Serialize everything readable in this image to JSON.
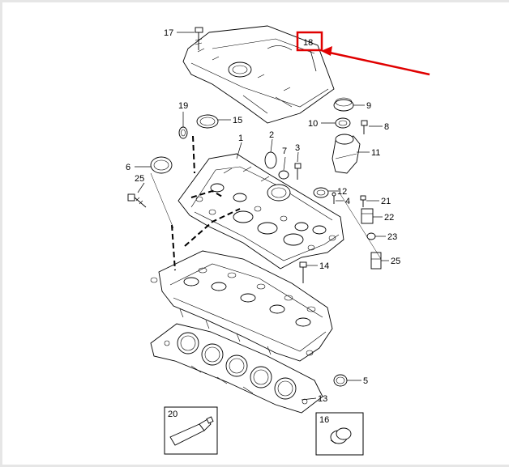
{
  "diagram": {
    "labels": [
      {
        "id": "p17",
        "text": "17"
      },
      {
        "id": "p18",
        "text": "18"
      },
      {
        "id": "p9",
        "text": "9"
      },
      {
        "id": "p10",
        "text": "10"
      },
      {
        "id": "p8",
        "text": "8"
      },
      {
        "id": "p19",
        "text": "19"
      },
      {
        "id": "p15",
        "text": "15"
      },
      {
        "id": "p2",
        "text": "2"
      },
      {
        "id": "p1",
        "text": "1"
      },
      {
        "id": "p7",
        "text": "7"
      },
      {
        "id": "p3",
        "text": "3"
      },
      {
        "id": "p11",
        "text": "11"
      },
      {
        "id": "p6",
        "text": "6"
      },
      {
        "id": "p25a",
        "text": "25"
      },
      {
        "id": "p12",
        "text": "12"
      },
      {
        "id": "p4",
        "text": "4"
      },
      {
        "id": "p21",
        "text": "21"
      },
      {
        "id": "p22",
        "text": "22"
      },
      {
        "id": "p23",
        "text": "23"
      },
      {
        "id": "p25b",
        "text": "25"
      },
      {
        "id": "p14",
        "text": "14"
      },
      {
        "id": "p5",
        "text": "5"
      },
      {
        "id": "p13",
        "text": "13"
      },
      {
        "id": "p20",
        "text": "20"
      },
      {
        "id": "p16",
        "text": "16"
      }
    ],
    "highlight": {
      "target": "18",
      "color": "#e00000"
    }
  }
}
